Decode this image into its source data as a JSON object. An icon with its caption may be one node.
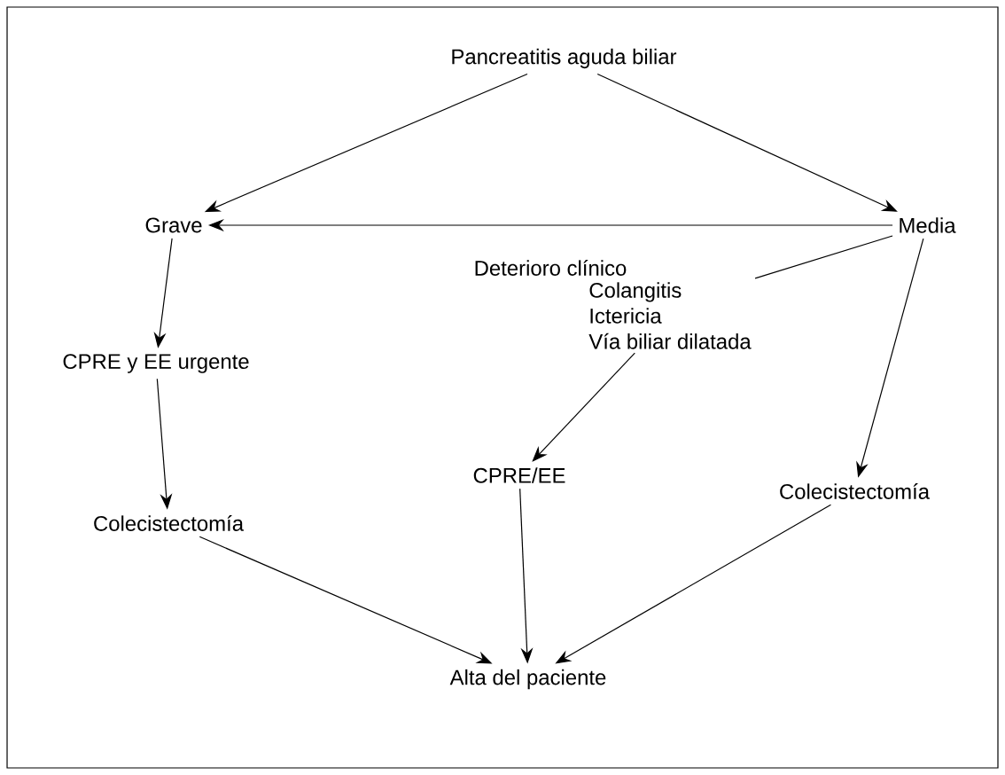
{
  "diagram": {
    "nodes": [
      {
        "text": [
          "Pancreatitis aguda biliar"
        ]
      },
      {
        "text": [
          "Grave"
        ]
      },
      {
        "text": [
          "Media"
        ]
      },
      {
        "text": [
          "CPRE y EE urgente"
        ]
      },
      {
        "text": [
          "Colangitis",
          "Ictericia",
          "Vía biliar dilatada"
        ]
      },
      {
        "text": [
          "Colecistectomía"
        ]
      },
      {
        "text": [
          "CPRE/EE"
        ]
      },
      {
        "text": [
          "Colecistectomía"
        ]
      },
      {
        "text": [
          "Alta del paciente"
        ]
      }
    ],
    "edges": [
      {
        "from": 0,
        "to": 1,
        "arrow": "to"
      },
      {
        "from": 0,
        "to": 2,
        "arrow": "to"
      },
      {
        "from": 2,
        "to": 1,
        "arrow": "to",
        "label": "Deterioro clínico"
      },
      {
        "from": 1,
        "to": 3,
        "arrow": "to"
      },
      {
        "from": 3,
        "to": 5,
        "arrow": "to"
      },
      {
        "from": 2,
        "to": 4,
        "arrow": "none"
      },
      {
        "from": 4,
        "to": 6,
        "arrow": "to"
      },
      {
        "from": 2,
        "to": 7,
        "arrow": "to"
      },
      {
        "from": 5,
        "to": 8,
        "arrow": "to"
      },
      {
        "from": 6,
        "to": 8,
        "arrow": "to"
      },
      {
        "from": 7,
        "to": 8,
        "arrow": "to"
      }
    ]
  }
}
